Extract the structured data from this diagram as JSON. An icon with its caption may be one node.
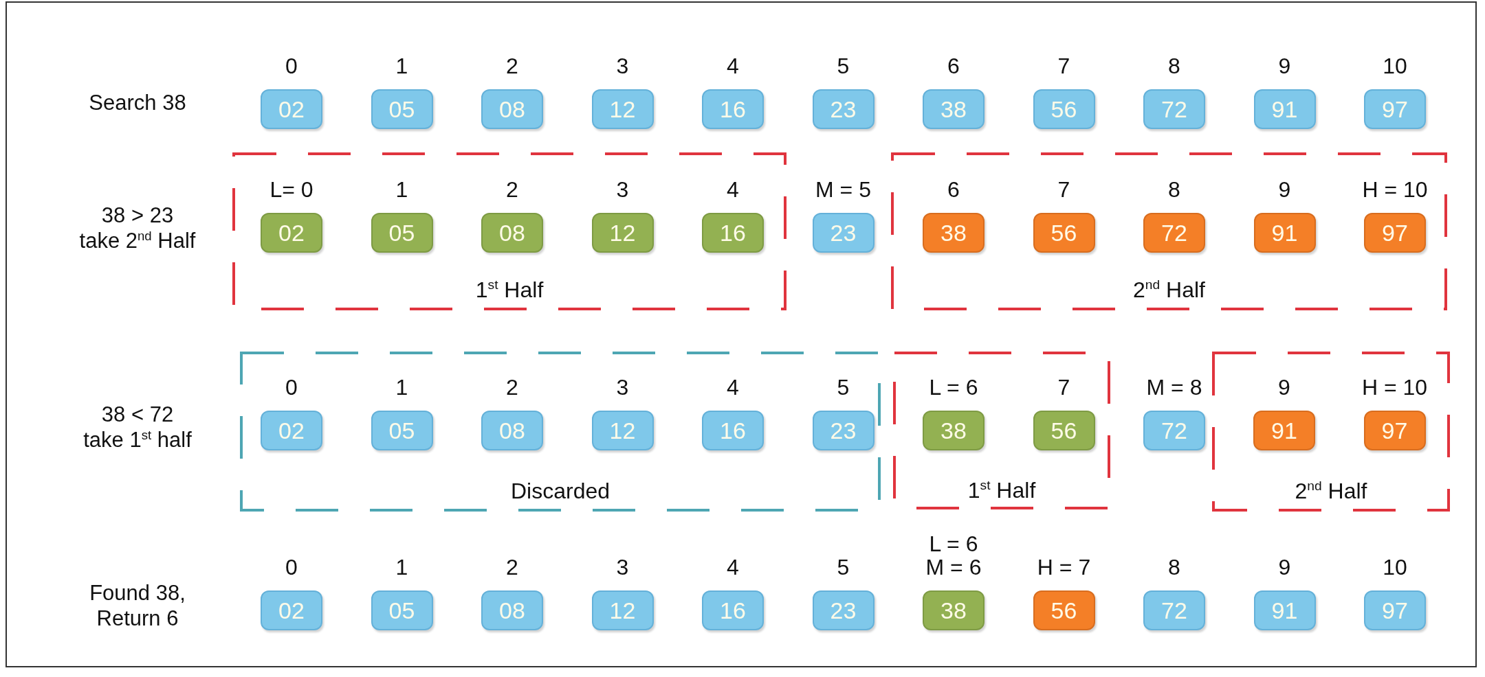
{
  "diagram": {
    "nodes": [
      {
        "text": [
          "02"
        ],
        "beside": [
          "0"
        ]
      },
      {
        "text": [
          "05"
        ],
        "beside": [
          "1"
        ]
      },
      {
        "text": [
          "08"
        ],
        "beside": [
          "2"
        ]
      },
      {
        "text": [
          "12"
        ],
        "beside": [
          "3"
        ]
      },
      {
        "text": [
          "16"
        ],
        "beside": [
          "4"
        ]
      },
      {
        "text": [
          "23"
        ],
        "beside": [
          "5"
        ]
      },
      {
        "text": [
          "38"
        ],
        "beside": [
          "6"
        ]
      },
      {
        "text": [
          "56"
        ],
        "beside": [
          "7"
        ]
      },
      {
        "text": [
          "72"
        ],
        "beside": [
          "8"
        ]
      },
      {
        "text": [
          "91"
        ],
        "beside": [
          "9"
        ]
      },
      {
        "text": [
          "97"
        ],
        "beside": [
          "10"
        ]
      },
      {
        "text": [
          "1$^{st}$ Half"
        ]
      },
      {
        "text": [
          "02"
        ],
        "beside": [
          "L= 0"
        ],
        "in": 11
      },
      {
        "text": [
          "05"
        ],
        "beside": [
          "1"
        ],
        "in": 11
      },
      {
        "text": [
          "08"
        ],
        "beside": [
          "2"
        ],
        "in": 11
      },
      {
        "text": [
          "12"
        ],
        "beside": [
          "3"
        ],
        "in": 11
      },
      {
        "text": [
          "16"
        ],
        "beside": [
          "4"
        ],
        "in": 11
      },
      {
        "text": [
          "23"
        ],
        "beside": [
          "M = 5"
        ]
      },
      {
        "text": [
          "2$^{nd}$ Half"
        ]
      },
      {
        "text": [
          "38"
        ],
        "beside": [
          "6"
        ],
        "in": 18
      },
      {
        "text": [
          "56"
        ],
        "beside": [
          "7"
        ],
        "in": 18
      },
      {
        "text": [
          "72"
        ],
        "beside": [
          "8"
        ],
        "in": 18
      },
      {
        "text": [
          "91"
        ],
        "beside": [
          "9"
        ],
        "in": 18
      },
      {
        "text": [
          "97"
        ],
        "beside": [
          "H = 10"
        ],
        "in": 18
      },
      {
        "text": [
          "Discarded"
        ]
      },
      {
        "text": [
          "02"
        ],
        "beside": [
          "0"
        ],
        "in": 24
      },
      {
        "text": [
          "05"
        ],
        "beside": [
          "1"
        ],
        "in": 24
      },
      {
        "text": [
          "08"
        ],
        "beside": [
          "2"
        ],
        "in": 24
      },
      {
        "text": [
          "12"
        ],
        "beside": [
          "3"
        ],
        "in": 24
      },
      {
        "text": [
          "16"
        ],
        "beside": [
          "4"
        ],
        "in": 24
      },
      {
        "text": [
          "23"
        ],
        "beside": [
          "5"
        ],
        "in": 24
      },
      {
        "text": [
          "1$^{st}$ Half"
        ]
      },
      {
        "text": [
          "38"
        ],
        "beside": [
          "L = 6"
        ],
        "in": 31
      },
      {
        "text": [
          "56"
        ],
        "beside": [
          "7"
        ],
        "in": 31
      },
      {
        "text": [
          "72"
        ],
        "beside": [
          "M = 8"
        ]
      },
      {
        "text": [
          "2$^{nd}$ Half"
        ]
      },
      {
        "text": [
          "91"
        ],
        "beside": [
          "9"
        ],
        "in": 35
      },
      {
        "text": [
          "97"
        ],
        "beside": [
          "H = 10"
        ],
        "in": 35
      },
      {
        "text": [
          "02"
        ],
        "beside": [
          "0"
        ]
      },
      {
        "text": [
          "05"
        ],
        "beside": [
          "1"
        ]
      },
      {
        "text": [
          "08"
        ],
        "beside": [
          "2"
        ]
      },
      {
        "text": [
          "12"
        ],
        "beside": [
          "3"
        ]
      },
      {
        "text": [
          "16"
        ],
        "beside": [
          "4"
        ]
      },
      {
        "text": [
          "23"
        ],
        "beside": [
          "5"
        ]
      },
      {
        "text": [
          "38"
        ],
        "beside": [
          "L = 6",
          "M = 6"
        ]
      },
      {
        "text": [
          "56"
        ],
        "beside": [
          "H = 7"
        ]
      },
      {
        "text": [
          "72"
        ],
        "beside": [
          "8"
        ]
      },
      {
        "text": [
          "91"
        ],
        "beside": [
          "9"
        ]
      },
      {
        "text": [
          "97"
        ],
        "beside": [
          "10"
        ]
      }
    ],
    "labels": [
      "Search 38",
      "38 > 23 take 2$^{nd}$ Half",
      "38 < 72 take 1$^{st}$ half",
      "Found 38, Return 6"
    ]
  }
}
